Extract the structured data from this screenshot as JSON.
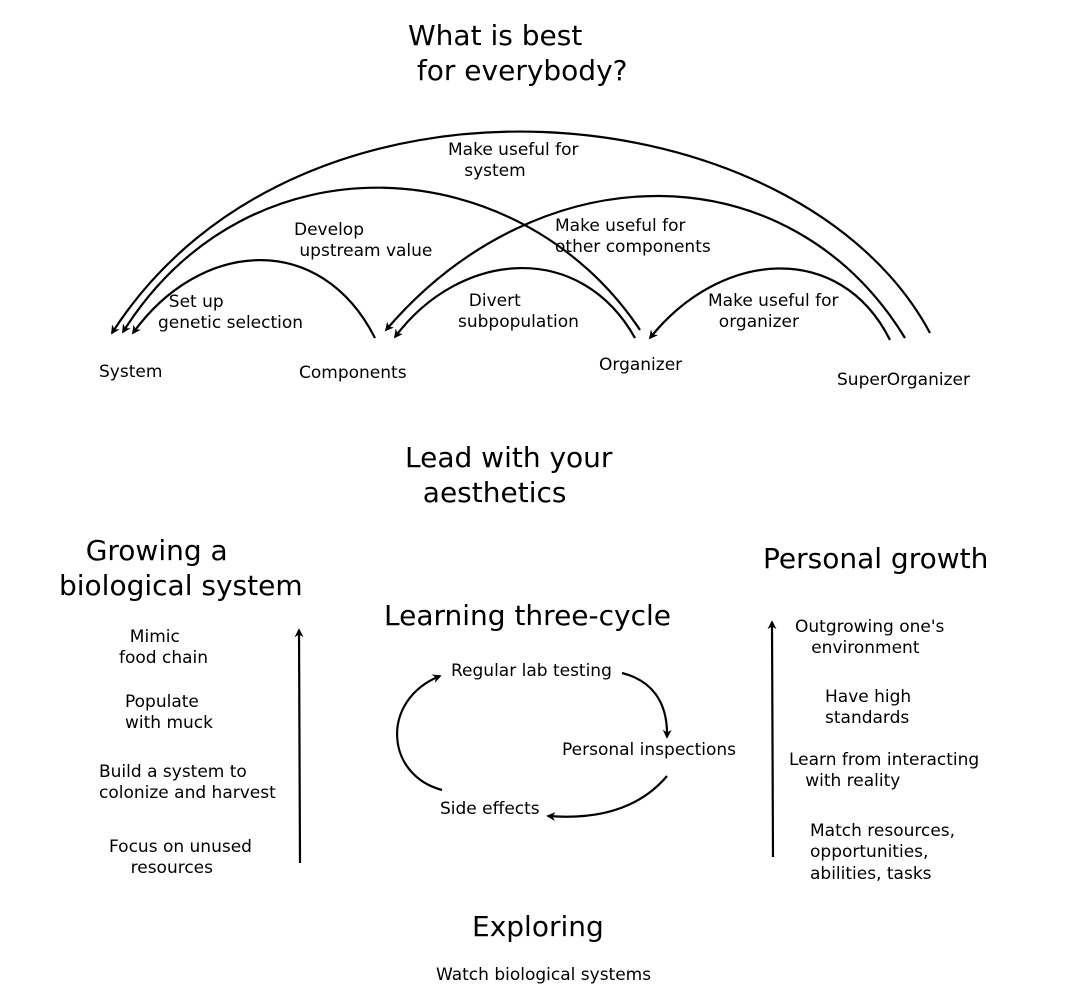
{
  "headings": {
    "top": "What is best\n for everybody?",
    "middle": "Lead with your\n  aesthetics",
    "left": "   Growing a\nbiological system",
    "center": "Learning three-cycle",
    "right": "Personal growth",
    "bottom": "Exploring"
  },
  "nodes": {
    "system": "System",
    "components": "Components",
    "organizer": "Organizer",
    "superorganizer": "SuperOrganizer"
  },
  "arcs": {
    "make_useful_system": "Make useful for\n   system",
    "develop_upstream": "Develop\n upstream value",
    "make_useful_components": "Make useful for\nother components",
    "setup_genetic": "  Set up\ngenetic selection",
    "divert_subpop": "  Divert\nsubpopulation",
    "make_useful_organizer": "Make useful for\n  organizer"
  },
  "left_list": {
    "item1": "  Mimic\nfood chain",
    "item2": "Populate\nwith muck",
    "item3": "Build a system to\ncolonize and harvest",
    "item4": "Focus on unused\n    resources"
  },
  "cycle": {
    "lab": "Regular lab testing",
    "inspections": "Personal inspections",
    "side_effects": "Side effects"
  },
  "right_list": {
    "item1": "Outgrowing one's\n   environment",
    "item2": "Have high\nstandards",
    "item3": "Learn from interacting\n   with reality",
    "item4": "Match resources,\nopportunities,\nabilities, tasks"
  },
  "footer": "Watch biological systems"
}
